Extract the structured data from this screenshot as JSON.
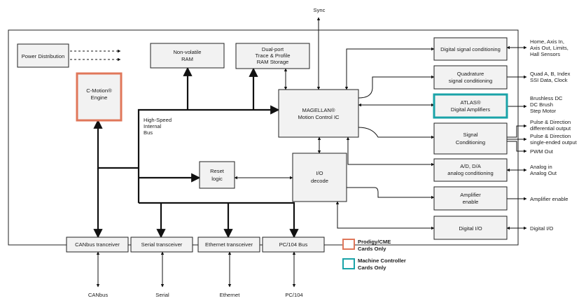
{
  "external": {
    "sync": "Sync",
    "canbus": "CANbus",
    "serial": "Serial",
    "ethernet": "Ethernet",
    "pc104": "PC/104",
    "home_axis": [
      "Home, Axis In,",
      "Axis Out, Limits,",
      "Hall Sensors"
    ],
    "quad": [
      "Quad A, B, Index",
      "SSI Data, Clock"
    ],
    "motors": [
      "Brushless DC",
      "DC Brush",
      "Step Motor"
    ],
    "pulse_diff": [
      "Pulse & Direction",
      "differential output"
    ],
    "pulse_single": [
      "Pulse & Direction",
      "single-ended output"
    ],
    "pwm": "PWM Out",
    "analog": [
      "Analog in",
      "Analog Out"
    ],
    "amp_enable": "Amplifier enable",
    "digital_io": "Digital I/O"
  },
  "blocks": {
    "power": "Power Distribution",
    "nvram": [
      "Non-volatile",
      "RAM"
    ],
    "dpram": [
      "Dual-port",
      "Trace & Profile",
      "RAM Storage"
    ],
    "cmotion": [
      "C-Motion®",
      "Engine"
    ],
    "magellan": [
      "MAGELLAN®",
      "Motion Control IC"
    ],
    "reset": [
      "Reset",
      "logic"
    ],
    "io_decode": [
      "I/O",
      "decode"
    ],
    "bus": [
      "High-Speed",
      "Internal",
      "Bus"
    ],
    "dsc": "Digital signal conditioning",
    "quadsc": [
      "Quadrature",
      "signal conditioning"
    ],
    "atlas": [
      "ATLAS®",
      "Digital Amplifiers"
    ],
    "sigcond": [
      "Signal",
      "Conditioning"
    ],
    "adda": [
      "A/D, D/A",
      "analog conditioning"
    ],
    "ampen": [
      "Amplifier",
      "enable"
    ],
    "dio": "Digital I/O",
    "canbus_t": "CANbus tranceiver",
    "serial_t": "Serial transceiver",
    "ethernet_t": "Ethernet transceiver",
    "pc104bus": "PC/104 Bus"
  },
  "legend": [
    {
      "text": [
        "Prodigy/CME",
        "Cards Only"
      ],
      "color": "#e0775a"
    },
    {
      "text": [
        "Machine Controller",
        "Cards Only"
      ],
      "color": "#1aa3a8"
    }
  ],
  "colors": {
    "prodigy": "#e0775a",
    "machine": "#1aa3a8"
  }
}
